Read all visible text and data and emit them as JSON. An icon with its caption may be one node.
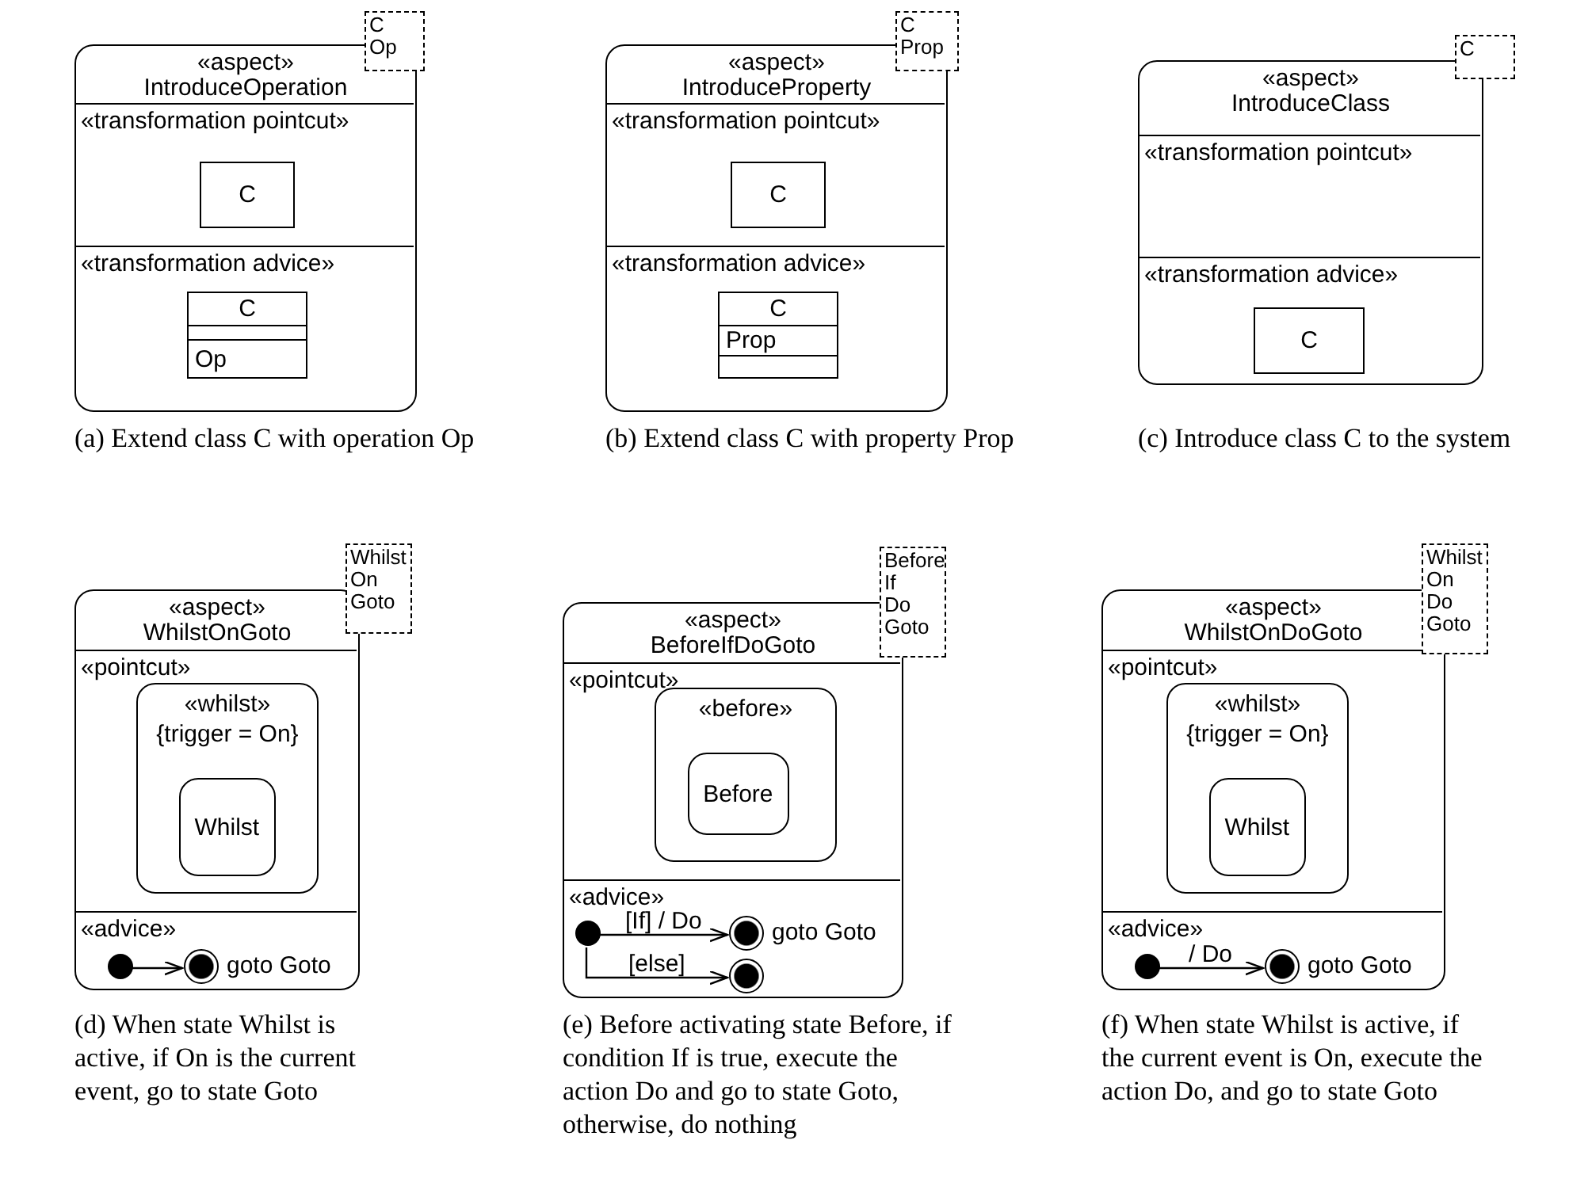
{
  "diagram": {
    "nodes": [
      {
        "text": [
          "«aspect»",
          "IntroduceOperation"
        ]
      },
      {
        "text": [
          "C",
          "Op"
        ]
      },
      {
        "text": [
          "«transformation pointcut»"
        ],
        "in": 0
      },
      {
        "text": [
          "C"
        ],
        "in": 2
      },
      {
        "text": [
          "«transformation advice»"
        ],
        "in": 0
      },
      {
        "text": [
          "C",
          "Op"
        ],
        "in": 4
      },
      {
        "text": [
          "«aspect»",
          "IntroduceProperty"
        ]
      },
      {
        "text": [
          "C",
          "Prop"
        ]
      },
      {
        "text": [
          "«transformation pointcut»"
        ],
        "in": 6
      },
      {
        "text": [
          "C"
        ],
        "in": 8
      },
      {
        "text": [
          "«transformation advice»"
        ],
        "in": 6
      },
      {
        "text": [
          "C",
          "Prop"
        ],
        "in": 10
      },
      {
        "text": [
          "«aspect»",
          "IntroduceClass"
        ]
      },
      {
        "text": [
          "C"
        ]
      },
      {
        "text": [
          "«transformation pointcut»"
        ],
        "in": 12
      },
      {
        "text": [
          "«transformation advice»"
        ],
        "in": 12
      },
      {
        "text": [
          "C"
        ],
        "in": 15
      },
      {
        "text": [
          "«aspect»",
          "WhilstOnGoto"
        ]
      },
      {
        "text": [
          "Whilst",
          "On",
          "Goto"
        ]
      },
      {
        "text": [
          "«pointcut»"
        ],
        "in": 17
      },
      {
        "text": [
          "«whilst»",
          "{trigger = On}"
        ],
        "in": 19
      },
      {
        "text": [
          "Whilst"
        ],
        "in": 20
      },
      {
        "text": [
          "«advice»"
        ],
        "in": 17
      },
      {
        "text": [],
        "shape": "circle",
        "in": 22
      },
      {
        "text": [],
        "shape": "circle",
        "in": 22,
        "beside": [
          "goto Goto"
        ]
      },
      {
        "text": [
          "«aspect»",
          "BeforeIfDoGoto"
        ]
      },
      {
        "text": [
          "Before",
          "If",
          "Do",
          "Goto"
        ]
      },
      {
        "text": [
          "«pointcut»"
        ],
        "in": 25
      },
      {
        "text": [
          "«before»"
        ],
        "in": 27
      },
      {
        "text": [
          "Before"
        ],
        "in": 28
      },
      {
        "text": [
          "«advice»"
        ],
        "in": 25
      },
      {
        "text": [],
        "shape": "circle",
        "in": 30
      },
      {
        "text": [],
        "shape": "circle",
        "in": 30,
        "beside": [
          "goto Goto"
        ]
      },
      {
        "text": [],
        "shape": "circle",
        "in": 30
      },
      {
        "text": [
          "«aspect»",
          "WhilstOnDoGoto"
        ]
      },
      {
        "text": [
          "Whilst",
          "On",
          "Do",
          "Goto"
        ]
      },
      {
        "text": [
          "«pointcut»"
        ],
        "in": 34
      },
      {
        "text": [
          "«whilst»",
          "{trigger = On}"
        ],
        "in": 36
      },
      {
        "text": [
          "Whilst"
        ],
        "in": 37
      },
      {
        "text": [
          "«advice»"
        ],
        "in": 34
      },
      {
        "text": [],
        "shape": "circle",
        "in": 39
      },
      {
        "text": [],
        "shape": "circle",
        "in": 39,
        "beside": [
          "goto Goto"
        ]
      }
    ],
    "edges": [
      {
        "from": 23,
        "to": 24,
        "arrow": "to"
      },
      {
        "from": 31,
        "to": 32,
        "arrow": "to",
        "label": "[If] / Do"
      },
      {
        "from": 31,
        "to": 33,
        "arrow": "to",
        "label": "[else]"
      },
      {
        "from": 40,
        "to": 41,
        "arrow": "to",
        "label": "/ Do"
      }
    ],
    "labels": [
      "(a) Extend class C with operation Op",
      "(b) Extend class C with property Prop",
      "(c) Introduce class C to the system",
      "(d) When state Whilst is active, if On is the current event, go to state Goto",
      "(e) Before activating state Before, if condition If is true, execute the action Do and go to state Goto, otherwise, do nothing",
      "(f) When state Whilst is active, if the current event is On, execute the action Do, and go to state Goto"
    ]
  }
}
